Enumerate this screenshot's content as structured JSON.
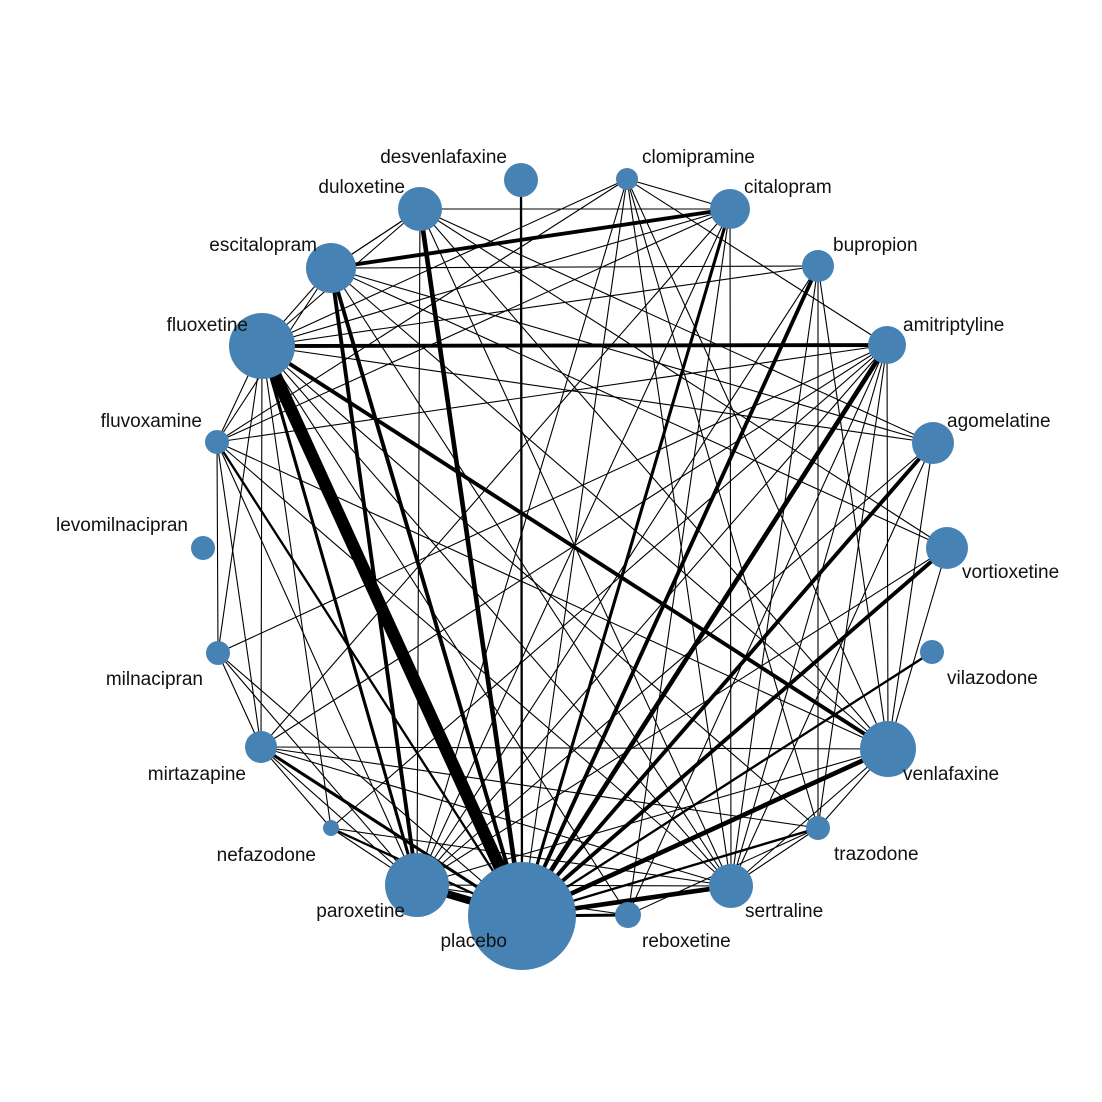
{
  "network": {
    "node_color": "#4682b4",
    "edge_color": "#000000",
    "background": "#ffffff",
    "nodes": [
      {
        "id": "desvenlafaxine",
        "label": "desvenlafaxine",
        "size": 2
      },
      {
        "id": "clomipramine",
        "label": "clomipramine",
        "size": 1
      },
      {
        "id": "citalopram",
        "label": "citalopram",
        "size": 4
      },
      {
        "id": "bupropion",
        "label": "bupropion",
        "size": 2
      },
      {
        "id": "amitriptyline",
        "label": "amitriptyline",
        "size": 4
      },
      {
        "id": "agomelatine",
        "label": "agomelatine",
        "size": 5
      },
      {
        "id": "vortioxetine",
        "label": "vortioxetine",
        "size": 5
      },
      {
        "id": "vilazodone",
        "label": "vilazodone",
        "size": 1
      },
      {
        "id": "venlafaxine",
        "label": "venlafaxine",
        "size": 9
      },
      {
        "id": "trazodone",
        "label": "trazodone",
        "size": 1
      },
      {
        "id": "sertraline",
        "label": "sertraline",
        "size": 5
      },
      {
        "id": "reboxetine",
        "label": "reboxetine",
        "size": 1
      },
      {
        "id": "placebo",
        "label": "placebo",
        "size": 30
      },
      {
        "id": "paroxetine",
        "label": "paroxetine",
        "size": 12
      },
      {
        "id": "nefazodone",
        "label": "nefazodone",
        "size": 0.5
      },
      {
        "id": "mirtazapine",
        "label": "mirtazapine",
        "size": 2
      },
      {
        "id": "milnacipran",
        "label": "milnacipran",
        "size": 1
      },
      {
        "id": "levomilnacipran",
        "label": "levomilnacipran",
        "size": 1
      },
      {
        "id": "fluvoxamine",
        "label": "fluvoxamine",
        "size": 1
      },
      {
        "id": "fluoxetine",
        "label": "fluoxetine",
        "size": 12
      },
      {
        "id": "escitalopram",
        "label": "escitalopram",
        "size": 6
      },
      {
        "id": "duloxetine",
        "label": "duloxetine",
        "size": 6
      }
    ],
    "edges": [
      [
        "placebo",
        "fluoxetine",
        8
      ],
      [
        "placebo",
        "paroxetine",
        5
      ],
      [
        "placebo",
        "duloxetine",
        3
      ],
      [
        "placebo",
        "escitalopram",
        2.5
      ],
      [
        "placebo",
        "citalopram",
        2
      ],
      [
        "placebo",
        "bupropion",
        2.5
      ],
      [
        "placebo",
        "amitriptyline",
        3
      ],
      [
        "placebo",
        "agomelatine",
        2.5
      ],
      [
        "placebo",
        "vortioxetine",
        2.5
      ],
      [
        "placebo",
        "venlafaxine",
        3
      ],
      [
        "placebo",
        "sertraline",
        3
      ],
      [
        "placebo",
        "reboxetine",
        2
      ],
      [
        "placebo",
        "desvenlafaxine",
        1.5
      ],
      [
        "placebo",
        "vilazodone",
        1.5
      ],
      [
        "placebo",
        "trazodone",
        1.5
      ],
      [
        "placebo",
        "mirtazapine",
        2
      ],
      [
        "placebo",
        "nefazodone",
        1.5
      ],
      [
        "placebo",
        "fluvoxamine",
        1.5
      ],
      [
        "placebo",
        "clomipramine",
        1
      ],
      [
        "placebo",
        "milnacipran",
        1
      ],
      [
        "fluoxetine",
        "amitriptyline",
        2.5
      ],
      [
        "fluoxetine",
        "venlafaxine",
        2.5
      ],
      [
        "fluoxetine",
        "paroxetine",
        2
      ],
      [
        "fluoxetine",
        "sertraline",
        1
      ],
      [
        "fluoxetine",
        "fluvoxamine",
        1
      ],
      [
        "fluoxetine",
        "escitalopram",
        1
      ],
      [
        "fluoxetine",
        "duloxetine",
        1
      ],
      [
        "fluoxetine",
        "citalopram",
        1
      ],
      [
        "fluoxetine",
        "bupropion",
        1
      ],
      [
        "fluoxetine",
        "mirtazapine",
        1
      ],
      [
        "fluoxetine",
        "agomelatine",
        1
      ],
      [
        "fluoxetine",
        "reboxetine",
        1
      ],
      [
        "fluoxetine",
        "clomipramine",
        1
      ],
      [
        "fluoxetine",
        "nefazodone",
        1
      ],
      [
        "fluoxetine",
        "milnacipran",
        1
      ],
      [
        "fluoxetine",
        "trazodone",
        1
      ],
      [
        "escitalopram",
        "citalopram",
        2.5
      ],
      [
        "escitalopram",
        "paroxetine",
        2.5
      ],
      [
        "escitalopram",
        "bupropion",
        1
      ],
      [
        "escitalopram",
        "duloxetine",
        1
      ],
      [
        "escitalopram",
        "venlafaxine",
        1
      ],
      [
        "escitalopram",
        "sertraline",
        1
      ],
      [
        "escitalopram",
        "agomelatine",
        1
      ],
      [
        "escitalopram",
        "fluvoxamine",
        1
      ],
      [
        "escitalopram",
        "vortioxetine",
        1
      ],
      [
        "duloxetine",
        "paroxetine",
        1
      ],
      [
        "duloxetine",
        "escitalopram",
        1
      ],
      [
        "duloxetine",
        "venlafaxine",
        1
      ],
      [
        "duloxetine",
        "vortioxetine",
        1
      ],
      [
        "duloxetine",
        "agomelatine",
        1
      ],
      [
        "duloxetine",
        "sertraline",
        1
      ],
      [
        "citalopram",
        "paroxetine",
        1
      ],
      [
        "citalopram",
        "sertraline",
        1
      ],
      [
        "citalopram",
        "duloxetine",
        1
      ],
      [
        "citalopram",
        "mirtazapine",
        1
      ],
      [
        "citalopram",
        "fluvoxamine",
        1
      ],
      [
        "citalopram",
        "reboxetine",
        1
      ],
      [
        "clomipramine",
        "paroxetine",
        1
      ],
      [
        "clomipramine",
        "sertraline",
        1
      ],
      [
        "clomipramine",
        "venlafaxine",
        1
      ],
      [
        "clomipramine",
        "amitriptyline",
        1
      ],
      [
        "clomipramine",
        "fluvoxamine",
        1
      ],
      [
        "clomipramine",
        "trazodone",
        1
      ],
      [
        "clomipramine",
        "citalopram",
        1
      ],
      [
        "bupropion",
        "sertraline",
        1
      ],
      [
        "bupropion",
        "venlafaxine",
        1
      ],
      [
        "bupropion",
        "paroxetine",
        1
      ],
      [
        "bupropion",
        "trazodone",
        1
      ],
      [
        "amitriptyline",
        "paroxetine",
        1
      ],
      [
        "amitriptyline",
        "sertraline",
        1
      ],
      [
        "amitriptyline",
        "mirtazapine",
        1
      ],
      [
        "amitriptyline",
        "fluvoxamine",
        1
      ],
      [
        "amitriptyline",
        "venlafaxine",
        1
      ],
      [
        "amitriptyline",
        "trazodone",
        1
      ],
      [
        "amitriptyline",
        "milnacipran",
        1
      ],
      [
        "amitriptyline",
        "reboxetine",
        1
      ],
      [
        "amitriptyline",
        "nefazodone",
        1
      ],
      [
        "agomelatine",
        "paroxetine",
        1
      ],
      [
        "agomelatine",
        "sertraline",
        1
      ],
      [
        "agomelatine",
        "venlafaxine",
        1
      ],
      [
        "vortioxetine",
        "venlafaxine",
        1
      ],
      [
        "vortioxetine",
        "paroxetine",
        1
      ],
      [
        "venlafaxine",
        "mirtazapine",
        1
      ],
      [
        "venlafaxine",
        "paroxetine",
        1
      ],
      [
        "venlafaxine",
        "sertraline",
        1
      ],
      [
        "venlafaxine",
        "fluvoxamine",
        1
      ],
      [
        "venlafaxine",
        "trazodone",
        1
      ],
      [
        "sertraline",
        "mirtazapine",
        1
      ],
      [
        "sertraline",
        "paroxetine",
        1
      ],
      [
        "sertraline",
        "fluvoxamine",
        1
      ],
      [
        "sertraline",
        "nefazodone",
        1
      ],
      [
        "paroxetine",
        "mirtazapine",
        1
      ],
      [
        "paroxetine",
        "fluvoxamine",
        1
      ],
      [
        "paroxetine",
        "nefazodone",
        1
      ],
      [
        "paroxetine",
        "milnacipran",
        1
      ],
      [
        "paroxetine",
        "reboxetine",
        1
      ],
      [
        "fluvoxamine",
        "milnacipran",
        1
      ],
      [
        "fluvoxamine",
        "mirtazapine",
        1
      ],
      [
        "milnacipran",
        "mirtazapine",
        1
      ],
      [
        "mirtazapine",
        "trazodone",
        1
      ],
      [
        "mirtazapine",
        "nefazodone",
        1
      ],
      [
        "trazodone",
        "reboxetine",
        1
      ],
      [
        "trazodone",
        "sertraline",
        1
      ]
    ]
  }
}
